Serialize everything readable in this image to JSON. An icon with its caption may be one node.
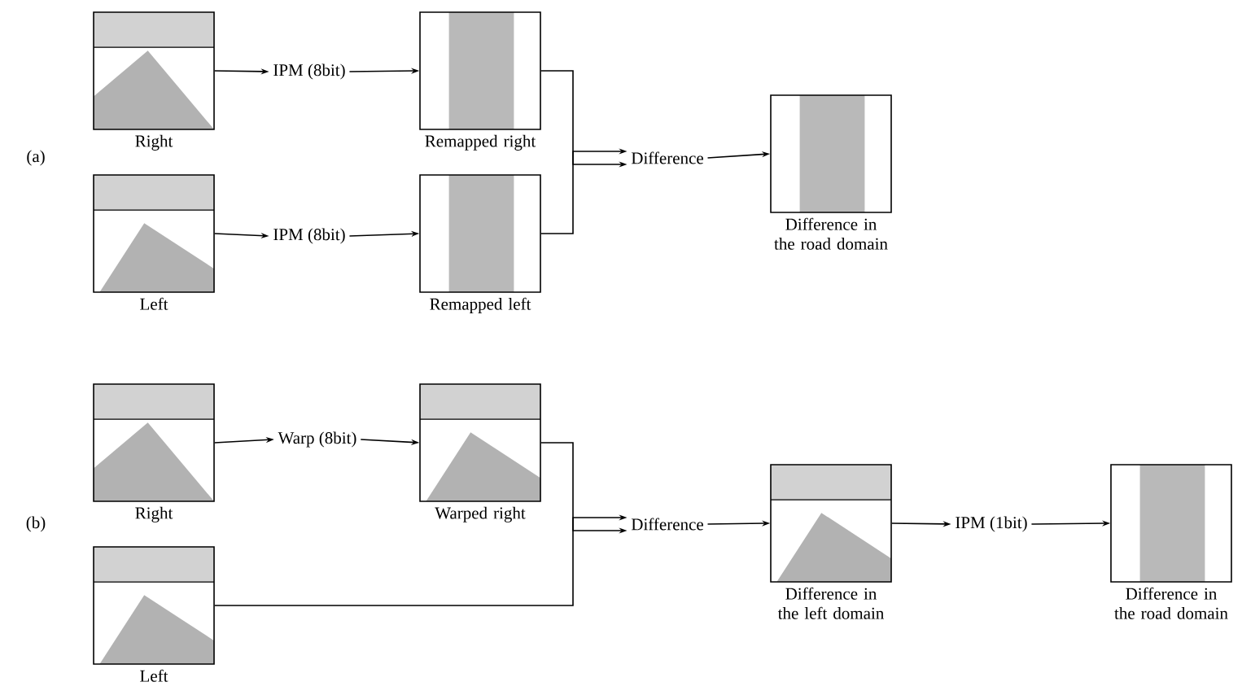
{
  "diagram": {
    "nodes": [
      {
        "text": [],
        "shape": "picture",
        "beside": [
          "Right"
        ]
      },
      {
        "text": [
          "IPM (8bit)"
        ]
      },
      {
        "text": [],
        "shape": "picture",
        "beside": [
          "Remapped right"
        ]
      },
      {
        "text": [],
        "shape": "picture",
        "beside": [
          "Left"
        ]
      },
      {
        "text": [
          "IPM (8bit)"
        ]
      },
      {
        "text": [],
        "shape": "picture",
        "beside": [
          "Remapped left"
        ]
      },
      {
        "text": [
          "Difference"
        ]
      },
      {
        "text": [],
        "shape": "picture",
        "beside": [
          "Difference in the road domain"
        ]
      },
      {
        "text": [],
        "shape": "picture",
        "beside": [
          "Right"
        ]
      },
      {
        "text": [
          "Warp (8bit)"
        ]
      },
      {
        "text": [],
        "shape": "picture",
        "beside": [
          "Warped right"
        ]
      },
      {
        "text": [],
        "shape": "picture",
        "beside": [
          "Left"
        ]
      },
      {
        "text": [
          "Difference"
        ]
      },
      {
        "text": [],
        "shape": "picture",
        "beside": [
          "Difference in the left domain"
        ]
      },
      {
        "text": [
          "IPM (1bit)"
        ]
      },
      {
        "text": [],
        "shape": "picture",
        "beside": [
          "Difference in the road domain"
        ]
      }
    ],
    "edges": [
      {
        "from": 0,
        "to": 1,
        "arrow": "to"
      },
      {
        "from": 1,
        "to": 2,
        "arrow": "to"
      },
      {
        "from": 3,
        "to": 4,
        "arrow": "to"
      },
      {
        "from": 4,
        "to": 5,
        "arrow": "to"
      },
      {
        "from": 2,
        "to": 6,
        "arrow": "to"
      },
      {
        "from": 5,
        "to": 6,
        "arrow": "to"
      },
      {
        "from": 6,
        "to": 7,
        "arrow": "to"
      },
      {
        "from": 8,
        "to": 9,
        "arrow": "to"
      },
      {
        "from": 9,
        "to": 10,
        "arrow": "to"
      },
      {
        "from": 10,
        "to": 12,
        "arrow": "to"
      },
      {
        "from": 11,
        "to": 12,
        "arrow": "to"
      },
      {
        "from": 12,
        "to": 13,
        "arrow": "to"
      },
      {
        "from": 13,
        "to": 14,
        "arrow": "to"
      },
      {
        "from": 14,
        "to": 15,
        "arrow": "to"
      }
    ],
    "labels": [
      "(a)",
      "(b)"
    ]
  }
}
